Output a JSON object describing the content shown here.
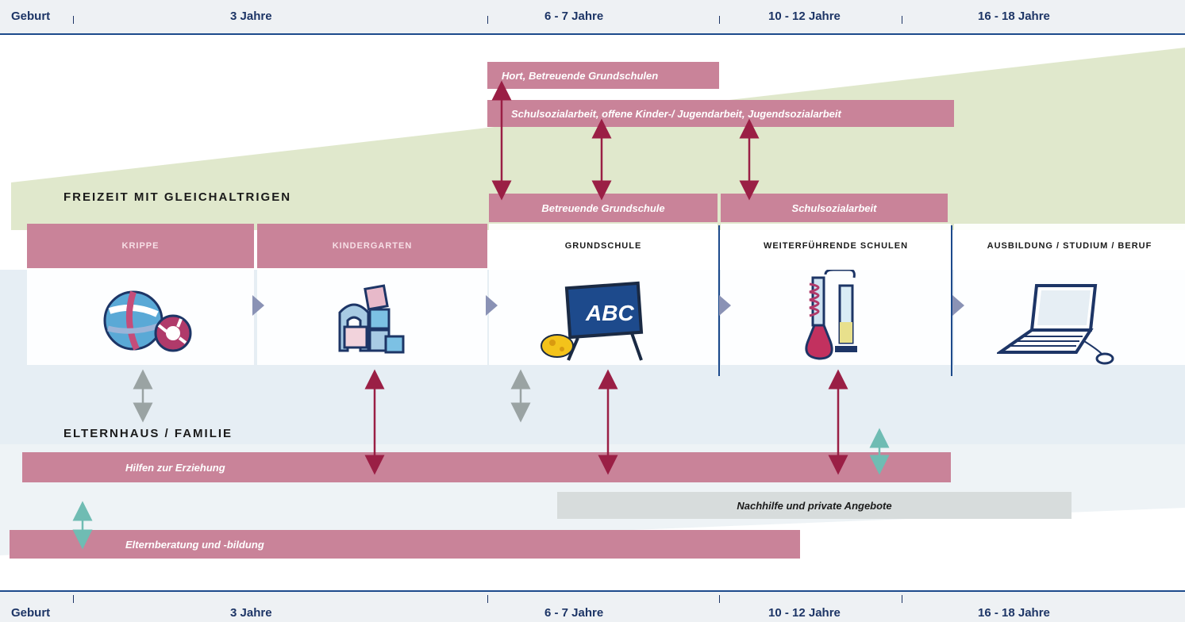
{
  "timeline": {
    "labels": [
      "Geburt",
      "3 Jahre",
      "6 - 7 Jahre",
      "10 - 12 Jahre",
      "16 - 18 Jahre"
    ]
  },
  "top_bars": {
    "hort": "Hort, Betreuende Grundschulen",
    "schulsozialarbeit_offene": "Schulsozialarbeit, offene Kinder-/ Jugendarbeit, Jugendsozialarbeit",
    "betreuende_grundschule": "Betreuende Grundschule",
    "schulsozialarbeit": "Schulsozialarbeit"
  },
  "sections": {
    "freizeit": "FREIZEIT MIT GLEICHALTRIGEN",
    "elternhaus": "ELTERNHAUS / FAMILIE"
  },
  "stages": [
    {
      "label": "KRIPPE",
      "icon": "balls-icon"
    },
    {
      "label": "KINDERGARTEN",
      "icon": "building-blocks-icon"
    },
    {
      "label": "GRUNDSCHULE",
      "icon": "chalkboard-icon",
      "board_text": "ABC"
    },
    {
      "label": "WEITERFÜHRENDE SCHULEN",
      "icon": "lab-flask-icon"
    },
    {
      "label": "AUSBILDUNG / STUDIUM / BERUF",
      "icon": "laptop-icon"
    }
  ],
  "bottom_bars": {
    "hilfen": "Hilfen zur Erziehung",
    "nachhilfe": "Nachhilfe und private Angebote",
    "elternberatung": "Elternberatung und -bildung"
  },
  "colors": {
    "pink": "#c98399",
    "navy": "#1d4a8c",
    "green_band": "#dde6c6",
    "blue_band": "#e6eef4",
    "grey_bar": "#d7dcdc",
    "arrow_crimson": "#9a1f45",
    "arrow_grey": "#9aa3a3",
    "arrow_teal": "#6fbcb3"
  }
}
